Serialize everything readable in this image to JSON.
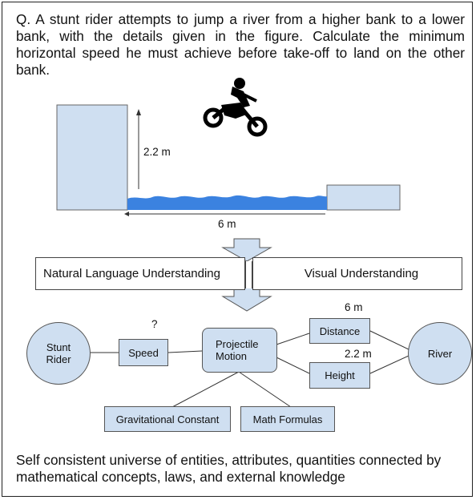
{
  "question": "Q. A stunt rider attempts to jump a river from a higher bank to a lower bank, with the details given in the figure. Calculate the minimum horizontal speed he must achieve before take-off to land on the other bank.",
  "figure": {
    "height_label": "2.2 m",
    "width_label": "6 m",
    "colors": {
      "bank": "#cfdff1",
      "river": "#3b82e0"
    }
  },
  "understanding": {
    "nlu": "Natural Language Understanding",
    "visual": "Visual Understanding"
  },
  "graph": {
    "stunt_rider": "Stunt Rider",
    "speed": "Speed",
    "unknown": "?",
    "projectile_motion": "Projectile Motion",
    "distance": "Distance",
    "distance_value": "6 m",
    "height": "Height",
    "height_value": "2.2 m",
    "river": "River",
    "gravitational_constant": "Gravitational Constant",
    "math_formulas": "Math Formulas"
  },
  "footer": "Self consistent universe of entities, attributes, quantities connected by mathematical concepts, laws, and external knowledge"
}
